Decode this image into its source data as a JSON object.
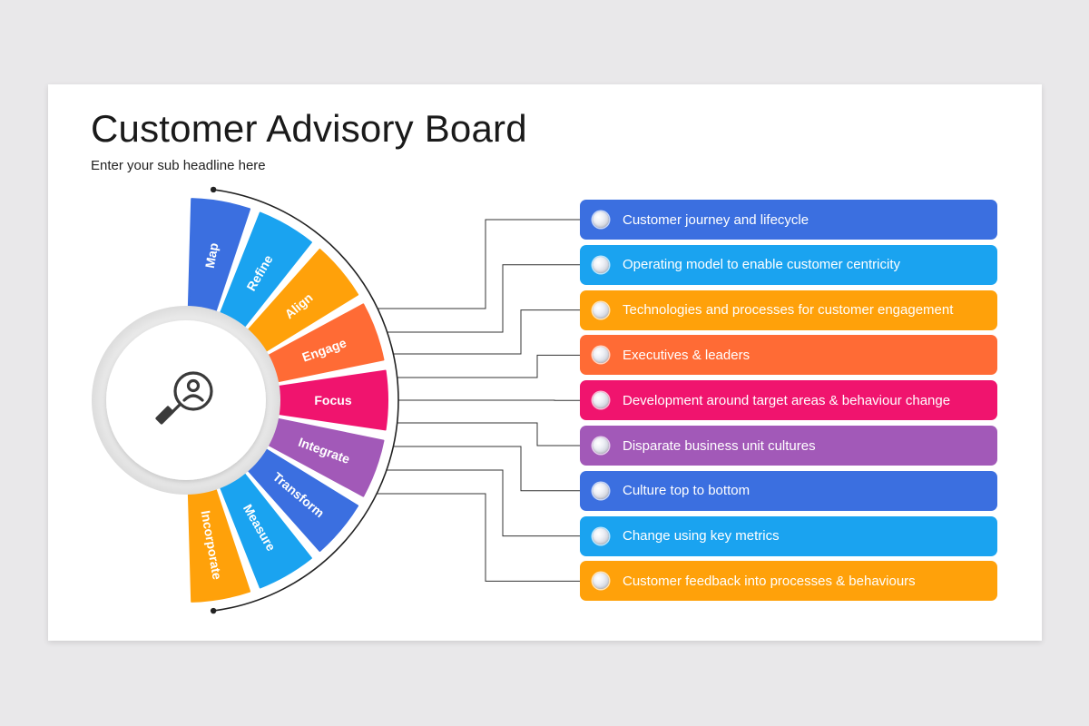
{
  "title": "Customer Advisory Board",
  "subtitle": "Enter your sub headline here",
  "center_icon": "user-search-icon",
  "segments": [
    {
      "label": "Map",
      "color": "#3b6fe0"
    },
    {
      "label": "Refine",
      "color": "#1aa3f0"
    },
    {
      "label": "Align",
      "color": "#ffa10a"
    },
    {
      "label": "Engage",
      "color": "#ff6b35"
    },
    {
      "label": "Focus",
      "color": "#f0146e"
    },
    {
      "label": "Integrate",
      "color": "#a259b8"
    },
    {
      "label": "Transform",
      "color": "#3b6fe0"
    },
    {
      "label": "Measure",
      "color": "#1aa3f0"
    },
    {
      "label": "Incorporate",
      "color": "#ffa10a"
    }
  ],
  "items": [
    {
      "text": "Customer journey and lifecycle",
      "color": "#3b6fe0"
    },
    {
      "text": "Operating model to enable customer centricity",
      "color": "#1aa3f0"
    },
    {
      "text": "Technologies and processes for customer engagement",
      "color": "#ffa10a"
    },
    {
      "text": "Executives & leaders",
      "color": "#ff6b35"
    },
    {
      "text": "Development around target areas & behaviour change",
      "color": "#f0146e"
    },
    {
      "text": "Disparate business unit cultures",
      "color": "#a259b8"
    },
    {
      "text": "Culture top to bottom",
      "color": "#3b6fe0"
    },
    {
      "text": "Change using key metrics",
      "color": "#1aa3f0"
    },
    {
      "text": "Customer feedback into processes & behaviours",
      "color": "#ffa10a"
    }
  ]
}
